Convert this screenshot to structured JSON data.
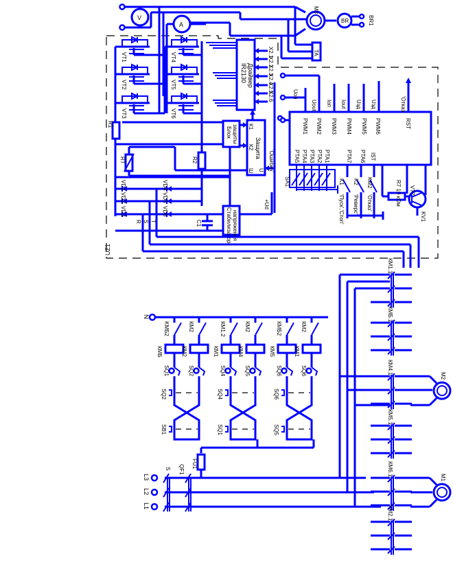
{
  "diagram": {
    "title": "Electrical control schematic (mirrored/rotated)",
    "colors": {
      "wire": "#0000ff",
      "boundary": "#000000",
      "background": "#ffffff"
    },
    "top": {
      "voltmeter": "V",
      "ammeter": "A",
      "main_motor": "M3",
      "tach_generator": "BR",
      "tach_label": "BR1",
      "current_sensor": "TA"
    },
    "inverter_block": {
      "label": "UZ1",
      "transistors": [
        "VT1",
        "VT2",
        "VT3",
        "VT4",
        "VT5",
        "VT6"
      ],
      "driver": {
        "line1": "Драйвер",
        "line2": "IR2130"
      },
      "driver_inputs": [
        "X2.1",
        "X2.2",
        "X2.3",
        "X2.4",
        "X2.5",
        "X2.6"
      ],
      "resistor_r1": "R1",
      "resistor_r2": "R2",
      "thermistor": "RT",
      "current_block": {
        "line1": "Блок",
        "line2": "защиты"
      },
      "protect_block": "Защита",
      "protect_pins": [
        "К1",
        "К2",
        "Ш",
        "U"
      ],
      "error_signal": "'Ошибка'",
      "ud_label": "+Ud",
      "capacitor": "C1",
      "rectifier_diodes": [
        "VD1",
        "VD2",
        "VD3",
        "VD4",
        "VD5",
        "VD6"
      ],
      "phase_inputs": [
        "R",
        "S",
        "T"
      ],
      "converter_block": {
        "line1": "Стабилизатор",
        "line2": "напряжения"
      }
    },
    "controller": {
      "outputs_top": [
        "PWM1",
        "PWM2",
        "PWM3",
        "PWM4",
        "PWM5",
        "PWM6",
        "RST"
      ],
      "signals_top": [
        "Uоп",
        "Uout",
        "Iоп",
        "Iout",
        "Uзд",
        "Uзд",
        "'Отказ'"
      ],
      "inputs_bottom": [
        "PTA5",
        "PTA4",
        "PTA3",
        "PTA2",
        "PTA1",
        "PTA7",
        "PTA6",
        "IST"
      ],
      "switch_bank": "SA1",
      "switches": [
        {
          "id": "K1",
          "label": "'Пуск','Стоп'"
        },
        {
          "id": "K2",
          "label": "'Реверс'"
        },
        {
          "id": "KM2",
          "label": "'Отказ'"
        }
      ],
      "resistor": "R7 10 кОм",
      "transistor": "VT7",
      "transistor_out": "KV1"
    },
    "control_circuit": {
      "neutral": "N",
      "nc_contacts": [
        "KМБ2",
        "КМ2",
        "КМ1.2",
        "КМ2",
        "КМБ2",
        "КМ2"
      ],
      "coils": [
        "КМБ",
        "КМ2",
        "КМ1",
        "КМ4",
        "КМ5",
        "КМ1"
      ],
      "start_buttons": [
        "SQ1",
        "SQ2",
        "SQ4",
        "SQ5",
        "SQ6",
        "SQ6"
      ],
      "limit_switches_upper": [
        "SQ2",
        "SQ4",
        "SQ6"
      ],
      "limit_switches_lower": [
        "SB1",
        "SQ1",
        "SQ5"
      ],
      "fuse": "FU1"
    },
    "power": {
      "phases": [
        "L1",
        "L2",
        "L3"
      ],
      "switch": "S",
      "breaker": "QF1",
      "contactors": [
        "КМ1.1",
        "КМБ.1",
        "КМ4.1",
        "КМ5.1",
        "КМ6.1",
        "КМ2.1"
      ],
      "motors": [
        "M1",
        "M2"
      ]
    }
  }
}
